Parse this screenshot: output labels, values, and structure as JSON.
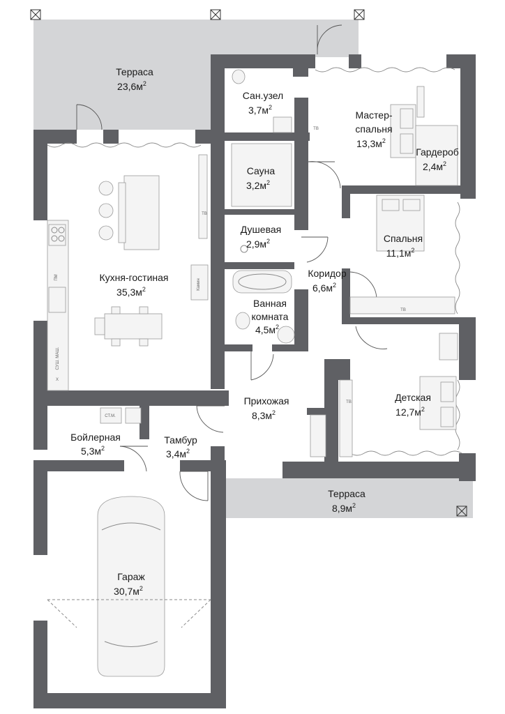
{
  "rooms": [
    {
      "id": "terrace-top",
      "name": "Терраса",
      "area": "23,6м",
      "unit_sup": "2"
    },
    {
      "id": "bathroom-wc",
      "name": "Сан.узел",
      "area": "3,7м",
      "unit_sup": "2"
    },
    {
      "id": "master-bedroom",
      "name_line1": "Мастер-",
      "name_line2": "спальня",
      "area": "13,3м",
      "unit_sup": "2"
    },
    {
      "id": "wardrobe",
      "name": "Гардероб",
      "area": "2,4м",
      "unit_sup": "2"
    },
    {
      "id": "sauna",
      "name": "Сауна",
      "area": "3,2м",
      "unit_sup": "2"
    },
    {
      "id": "kitchen-living",
      "name": "Кухня-гостиная",
      "area": "35,3м",
      "unit_sup": "2"
    },
    {
      "id": "bedroom",
      "name": "Спальня",
      "area": "11,1м",
      "unit_sup": "2"
    },
    {
      "id": "shower",
      "name": "Душевая",
      "area": "2,9м",
      "unit_sup": "2"
    },
    {
      "id": "corridor",
      "name": "Коридор",
      "area": "6,6м",
      "unit_sup": "2"
    },
    {
      "id": "bath-room",
      "name_line1": "Ванная",
      "name_line2": "комната",
      "area": "4,5м",
      "unit_sup": "2"
    },
    {
      "id": "kids-room",
      "name": "Детская",
      "area": "12,7м",
      "unit_sup": "2"
    },
    {
      "id": "hallway",
      "name": "Прихожая",
      "area": "8,3м",
      "unit_sup": "2"
    },
    {
      "id": "boiler-room",
      "name": "Бойлерная",
      "area": "5,3м",
      "unit_sup": "2"
    },
    {
      "id": "vestibule",
      "name": "Тамбур",
      "area": "3,4м",
      "unit_sup": "2"
    },
    {
      "id": "terrace-bottom",
      "name": "Терраса",
      "area": "8,9м",
      "unit_sup": "2"
    },
    {
      "id": "garage",
      "name": "Гараж",
      "area": "30,7м",
      "unit_sup": "2"
    }
  ],
  "small_labels": {
    "tv": "ТВ",
    "fireplace": "Камин",
    "pm": "ПМ",
    "washer": "СТ.М.",
    "dryer": "СУШ. МАШ.",
    "fridge": "Х"
  },
  "colors": {
    "wall": "#5f6064",
    "terrace": "#d4d5d7",
    "floor": "#ffffff"
  }
}
